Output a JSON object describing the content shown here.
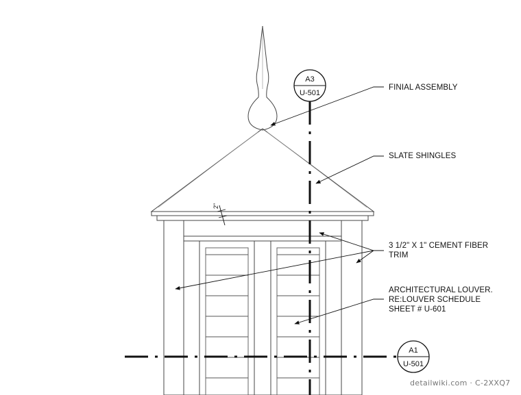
{
  "callouts": {
    "finial": "FINIAL ASSEMBLY",
    "shingles": "SLATE SHINGLES",
    "trim_line1": "3 1/2\" X 1\" CEMENT FIBER",
    "trim_line2": "TRIM",
    "louver_line1": "ARCHITECTURAL LOUVER.",
    "louver_line2": "RE:LOUVER SCHEDULE",
    "louver_line3": "SHEET # U-601"
  },
  "section_markers": {
    "top": {
      "id": "A3",
      "sheet": "U-501"
    },
    "right": {
      "id": "A1",
      "sheet": "U-501"
    }
  },
  "dimension": "2\"",
  "watermark": "detailwiki.com · C-2XXQ7"
}
